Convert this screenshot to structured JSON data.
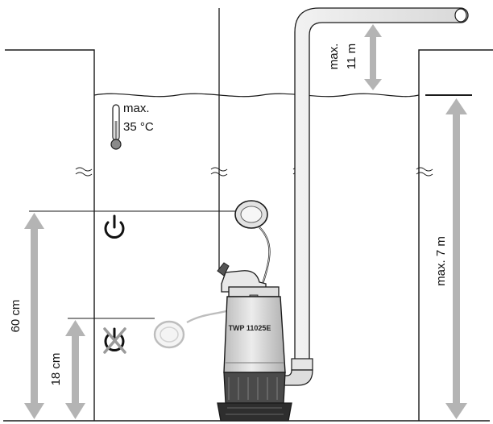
{
  "labels": {
    "max_temperature_prefix": "max.",
    "max_temperature_value": "35 °C",
    "max_head_prefix": "max.",
    "max_head_value": "11 m",
    "max_depth": "max. 7 m",
    "switch_on_level": "60 cm",
    "switch_off_level": "18 cm",
    "pump_model": "TWP 11025E"
  },
  "icons": {
    "thermometer": "thermometer-icon",
    "power_on": "power-on-icon",
    "power_off": "power-off-icon",
    "break_mark": "break-mark-icon"
  },
  "colors": {
    "arrow": "#b4b4b4",
    "lines": "#1a1a1a",
    "pump_body": "#d4d4d4",
    "pump_base": "#4a4a4a",
    "float_off": "#bdbdbd"
  }
}
